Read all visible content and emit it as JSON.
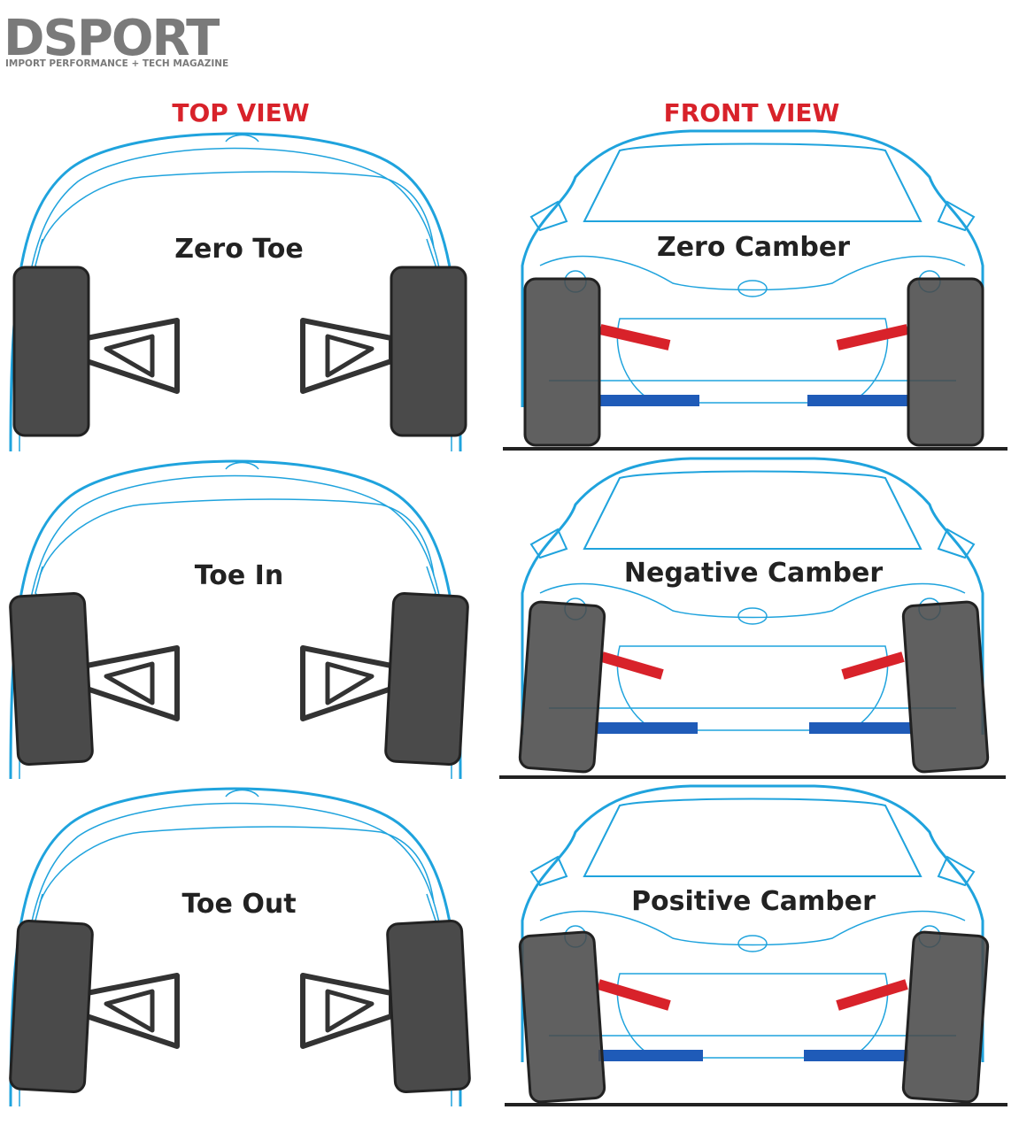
{
  "logo": {
    "name": "DSPORT",
    "tagline": "IMPORT PERFORMANCE + TECH MAGAZINE"
  },
  "columns": {
    "left_title": "TOP VIEW",
    "right_title": "FRONT VIEW"
  },
  "top_view_panels": [
    {
      "label": "Zero Toe",
      "toe": "zero"
    },
    {
      "label": "Toe In",
      "toe": "in"
    },
    {
      "label": "Toe Out",
      "toe": "out"
    }
  ],
  "front_view_panels": [
    {
      "label": "Zero Camber",
      "camber": "zero"
    },
    {
      "label": "Negative Camber",
      "camber": "negative"
    },
    {
      "label": "Positive Camber",
      "camber": "positive"
    }
  ],
  "colors": {
    "outline": "#1fa3dd",
    "title_red": "#d8222a",
    "tire": "#4a4a4a",
    "upper_arm": "#d8222a",
    "lower_arm": "#1f5bb8",
    "ground": "#222222"
  }
}
